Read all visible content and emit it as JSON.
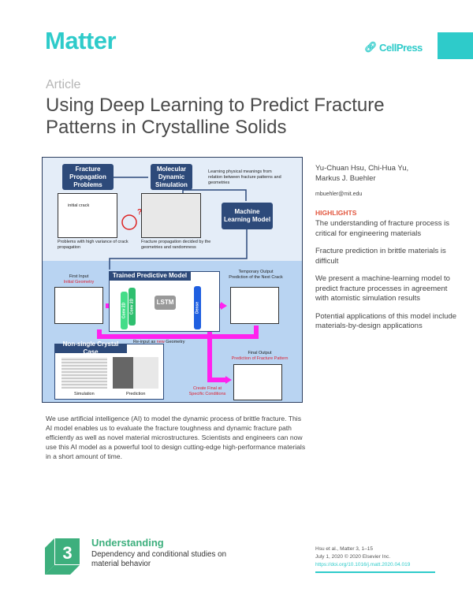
{
  "header": {
    "journal": "Matter",
    "publisher": "CellPress",
    "accent": "#2ecbca"
  },
  "article_type": "Article",
  "title": "Using Deep Learning to Predict Fracture Patterns in Crystalline Solids",
  "figure": {
    "fracture_box": "Fracture Propagation Problems",
    "md_box": "Molecular Dynamic Simulation",
    "ml_box": "Machine Learning Model",
    "learning_note": "Learning physical meanings from relation between fracture patterns and geometries",
    "initial_crack": "initial crack",
    "cap_left": "Problems with high variance of crack propagation",
    "cap_md": "Fracture propagation decided by the geometries and randomness",
    "trained_model": "Trained Predictive Model",
    "first_input": "First Input",
    "initial_geometry": "Initial Geometry",
    "conv1": "Conv 2D",
    "conv2": "Conv 2D",
    "lstm": "LSTM",
    "dense": "Dense",
    "temp_output_1": "Temporary Output",
    "temp_output_2": "Prediction of the Next Crack",
    "reinput_1": "Re-input as",
    "reinput_new": "new",
    "reinput_2": "Geometry",
    "non_single": "Non-single Crystal Case",
    "simulation": "Simulation",
    "prediction": "Prediction",
    "final_output_1": "Final Output",
    "final_output_2": "Prediction of Fracture Pattern",
    "create_final": "Create Final at Specific Conditions"
  },
  "authors": "Yu-Chuan Hsu, Chi-Hua Yu, Markus J. Buehler",
  "email": "mbuehler@mit.edu",
  "highlights_label": "HIGHLIGHTS",
  "highlights": [
    "The understanding of fracture process is critical for engineering materials",
    "Fracture prediction in brittle materials is difficult",
    "We present a machine-learning model to predict fracture processes in agreement with atomistic simulation results",
    "Potential applications of this model include materials-by-design applications"
  ],
  "abstract": "We use artificial intelligence (AI) to model the dynamic process of brittle fracture. This AI model enables us to evaluate the fracture toughness and dynamic fracture path efficiently as well as novel material microstructures. Scientists and engineers can now use this AI model as a powerful tool to design cutting-edge high-performance materials in a short amount of time.",
  "badge": {
    "number": "3",
    "title": "Understanding",
    "desc": "Dependency and conditional studies on material behavior"
  },
  "citation": {
    "line1": "Hsu et al., Matter 3, 1–15",
    "line2": "July 1, 2020 © 2020 Elsevier Inc.",
    "doi": "https://doi.org/10.1016/j.matt.2020.04.019"
  }
}
